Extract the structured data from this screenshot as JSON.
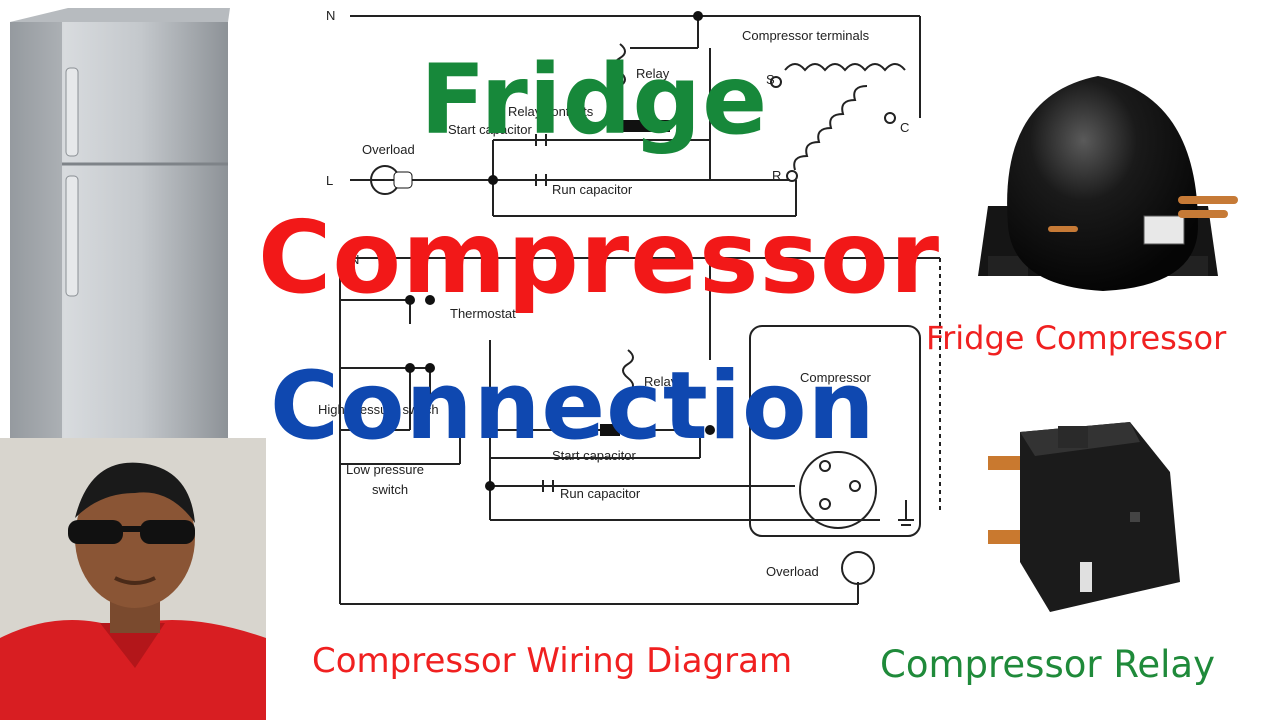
{
  "titles": {
    "line1": "Fridge",
    "line2": "Compressor",
    "line3": "Connection"
  },
  "captions": {
    "fridge_compressor": "Fridge Compressor",
    "wiring_diagram": "Compressor Wiring Diagram",
    "compressor_relay": "Compressor Relay"
  },
  "diagram_labels": {
    "n_top": "N",
    "l": "L",
    "compressor_terminals": "Compressor terminals",
    "relay_top": "Relay",
    "relay_contacts": "Relay contacts",
    "start_capacitor_top": "Start capacitor",
    "overload_top": "Overload",
    "run_capacitor_top": "Run capacitor",
    "s": "S",
    "c": "C",
    "r": "R",
    "n_bottom": "N",
    "thermostat": "Thermostat",
    "high_pressure_switch": "High pressure switch",
    "relay_bottom": "Relay",
    "compressor": "Compressor",
    "low_pressure_switch_1": "Low pressure",
    "low_pressure_switch_2": "switch",
    "start_capacitor_bottom": "Start capacitor",
    "run_capacitor_bottom": "Run capacitor",
    "overload_bottom": "Overload"
  },
  "colors": {
    "title_green": "#17883a",
    "title_red": "#f21818",
    "title_blue": "#0f48b0"
  }
}
